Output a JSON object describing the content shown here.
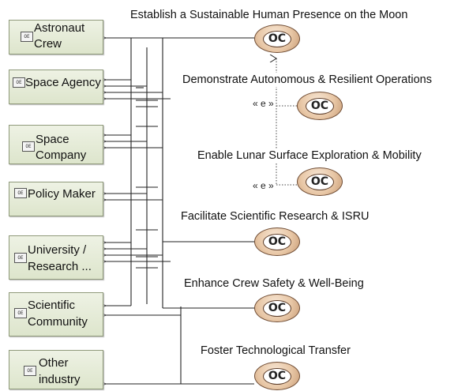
{
  "actors": [
    {
      "id": "astronaut",
      "lines": [
        "Astronaut",
        "Crew"
      ],
      "icon": "OE"
    },
    {
      "id": "space-agency",
      "lines": [
        "Space Agency"
      ],
      "icon": "OE"
    },
    {
      "id": "space-company",
      "lines": [
        "Space",
        "Company"
      ],
      "icon": "OE"
    },
    {
      "id": "policy-maker",
      "lines": [
        "Policy Maker"
      ],
      "icon": "OE"
    },
    {
      "id": "university",
      "lines": [
        "University /",
        "Research ..."
      ],
      "icon": "OE"
    },
    {
      "id": "scientific",
      "lines": [
        "Scientific",
        "Community"
      ],
      "icon": "OE"
    },
    {
      "id": "other-industry",
      "lines": [
        "Other",
        "industry"
      ],
      "icon": "OE"
    }
  ],
  "capabilities": [
    {
      "title": "Establish a Sustainable Human Presence on the Moon",
      "symbol": "OC"
    },
    {
      "title": "Demonstrate Autonomous & Resilient Operations",
      "symbol": "OC"
    },
    {
      "title": "Enable Lunar Surface Exploration & Mobility",
      "symbol": "OC"
    },
    {
      "title": "Facilitate Scientific Research & ISRU",
      "symbol": "OC"
    },
    {
      "title": "Enhance Crew Safety & Well-Being",
      "symbol": "OC"
    },
    {
      "title": "Foster Technological Transfer",
      "symbol": "OC"
    }
  ],
  "extend_labels": [
    "« e »",
    "« e »"
  ],
  "colors": {
    "wire": "#222222",
    "actor_fill": "#e6ebd8",
    "actor_border": "#8f9a7a",
    "oc_fill": "#e8c7a6",
    "oc_border": "#6f4c34"
  }
}
